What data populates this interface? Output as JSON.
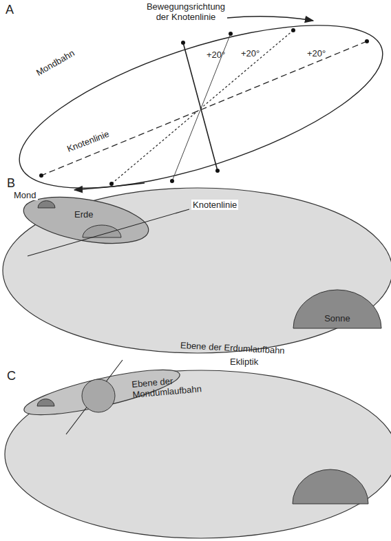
{
  "diagram": {
    "nodes": [
      {
        "text": [
          "Sonne"
        ]
      }
    ],
    "labels": [
      "A",
      "Bewegungsrichtung der Knotenlinie",
      "+20°",
      "+20°",
      "+20°",
      "Mondbahn",
      "Knotenlinie",
      "B",
      "Mond",
      "Erde",
      "Knotenlinie",
      "Ebene der Erdumlaufbahn",
      "Ekliptik",
      "C",
      "Ebene der Mondumlaufbahn"
    ]
  }
}
